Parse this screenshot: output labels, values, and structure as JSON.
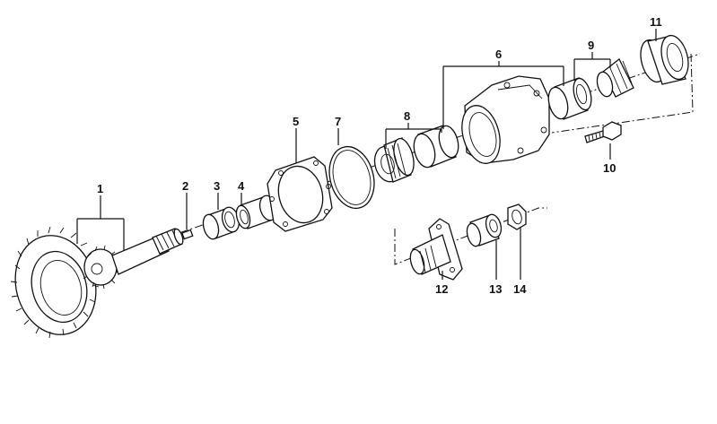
{
  "diagram": {
    "background": "#ffffff",
    "ink": "#111111",
    "callouts": [
      {
        "id": "1",
        "label": "1"
      },
      {
        "id": "2",
        "label": "2"
      },
      {
        "id": "3",
        "label": "3"
      },
      {
        "id": "4",
        "label": "4"
      },
      {
        "id": "5",
        "label": "5"
      },
      {
        "id": "6",
        "label": "6"
      },
      {
        "id": "7",
        "label": "7"
      },
      {
        "id": "8",
        "label": "8"
      },
      {
        "id": "9",
        "label": "9"
      },
      {
        "id": "10",
        "label": "10"
      },
      {
        "id": "11",
        "label": "11"
      },
      {
        "id": "12",
        "label": "12"
      },
      {
        "id": "13",
        "label": "13"
      },
      {
        "id": "14",
        "label": "14"
      }
    ]
  }
}
